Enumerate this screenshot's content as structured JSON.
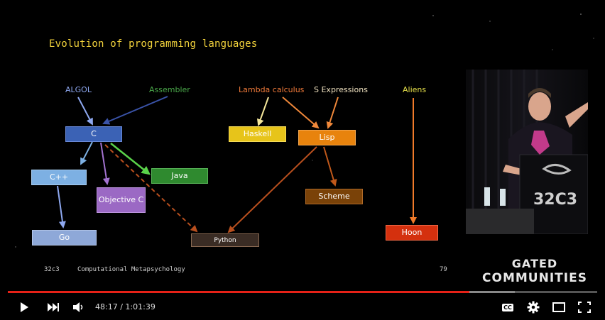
{
  "slide": {
    "title": "Evolution of programming languages",
    "sources": {
      "algol": "ALGOL",
      "assembler": "Assembler",
      "lambda": "Lambda calculus",
      "sexpr": "S Expressions",
      "aliens": "Aliens"
    },
    "nodes": {
      "c": "C",
      "cpp": "C++",
      "objc": "Objective C",
      "java": "Java",
      "go": "Go",
      "python": "Python",
      "haskell": "Haskell",
      "lisp": "Lisp",
      "scheme": "Scheme",
      "hoon": "Hoon"
    },
    "footer": {
      "event": "32c3",
      "talk": "Computational Metapsychology",
      "page": "79"
    }
  },
  "overlay": {
    "brand_line1": "GATED",
    "brand_line2": "COMMUNITIES",
    "podium_logo": "32C3"
  },
  "player": {
    "current_time": "48:17",
    "separator": " / ",
    "duration": "1:01:39",
    "played_fraction": 0.783,
    "buffered_fraction": 0.86,
    "cc_label": "CC"
  },
  "colors": {
    "c_node": "#3b62b5",
    "cpp_node": "#7db0e3",
    "objc_node": "#9b69c4",
    "java_node": "#2f8a2f",
    "go_node": "#8ea8d8",
    "python_node": "#3a2c24",
    "haskell_node": "#e7c41a",
    "lisp_node": "#e8830d",
    "scheme_node": "#7a4208",
    "hoon_node": "#d4300e",
    "progress_played": "#e62117"
  },
  "icons": [
    "play-icon",
    "next-icon",
    "volume-icon",
    "captions-icon",
    "settings-icon",
    "theater-mode-icon",
    "fullscreen-icon"
  ]
}
